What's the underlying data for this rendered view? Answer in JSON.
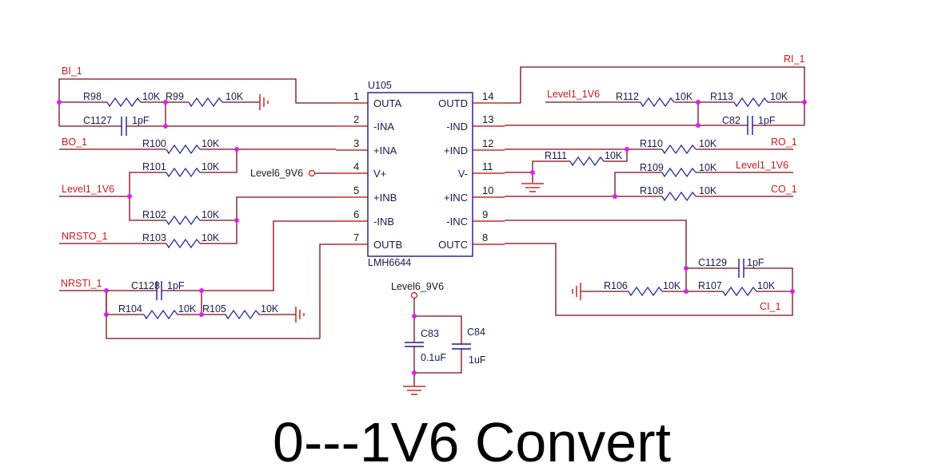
{
  "title": "0---1V6 Convert",
  "ic": {
    "ref": "U105",
    "part": "LMH6644",
    "left_pins": [
      {
        "num": "1",
        "name": "OUTA"
      },
      {
        "num": "2",
        "name": "-INA"
      },
      {
        "num": "3",
        "name": "+INA"
      },
      {
        "num": "4",
        "name": "V+"
      },
      {
        "num": "5",
        "name": "+INB"
      },
      {
        "num": "6",
        "name": "-INB"
      },
      {
        "num": "7",
        "name": "OUTB"
      }
    ],
    "right_pins": [
      {
        "num": "14",
        "name": "OUTD"
      },
      {
        "num": "13",
        "name": "-IND"
      },
      {
        "num": "12",
        "name": "+IND"
      },
      {
        "num": "11",
        "name": "V-"
      },
      {
        "num": "10",
        "name": "+INC"
      },
      {
        "num": "9",
        "name": "-INC"
      },
      {
        "num": "8",
        "name": "OUTC"
      }
    ]
  },
  "nets": {
    "bi_1": "BI_1",
    "bo_1": "BO_1",
    "level1_left": "Level1_1V6",
    "nrsto_1": "NRSTO_1",
    "nrsti_1": "NRSTI_1",
    "ri_1": "RI_1",
    "level1_top_right": "Level1_1V6",
    "ro_1": "RO_1",
    "level1_right": "Level1_1V6",
    "co_1": "CO_1",
    "ci_1": "CI_1"
  },
  "power": {
    "vplus": "Level6_9V6",
    "decoupling": "Level6_9V6"
  },
  "components": {
    "r98": {
      "ref": "R98",
      "value": "10K"
    },
    "r99": {
      "ref": "R99",
      "value": "10K"
    },
    "c1127": {
      "ref": "C1127",
      "value": "1pF"
    },
    "r100": {
      "ref": "R100",
      "value": "10K"
    },
    "r101": {
      "ref": "R101",
      "value": "10K"
    },
    "r102": {
      "ref": "R102",
      "value": "10K"
    },
    "r103": {
      "ref": "R103",
      "value": "10K"
    },
    "c1128": {
      "ref": "C1128",
      "value": "1pF"
    },
    "r104": {
      "ref": "R104",
      "value": "10K"
    },
    "r105": {
      "ref": "R105",
      "value": "10K"
    },
    "r112": {
      "ref": "R112",
      "value": "10K"
    },
    "r113": {
      "ref": "R113",
      "value": "10K"
    },
    "c82": {
      "ref": "C82",
      "value": "1pF"
    },
    "r111": {
      "ref": "R111",
      "value": "10K"
    },
    "r110": {
      "ref": "R110",
      "value": "10K"
    },
    "r109": {
      "ref": "R109",
      "value": "10K"
    },
    "r108": {
      "ref": "R108",
      "value": "10K"
    },
    "c1129": {
      "ref": "C1129",
      "value": "1pF"
    },
    "r106": {
      "ref": "R106",
      "value": "10K"
    },
    "r107": {
      "ref": "R107",
      "value": "10K"
    },
    "c83": {
      "ref": "C83",
      "value": "0.1uF"
    },
    "c84": {
      "ref": "C84",
      "value": "1uF"
    }
  }
}
